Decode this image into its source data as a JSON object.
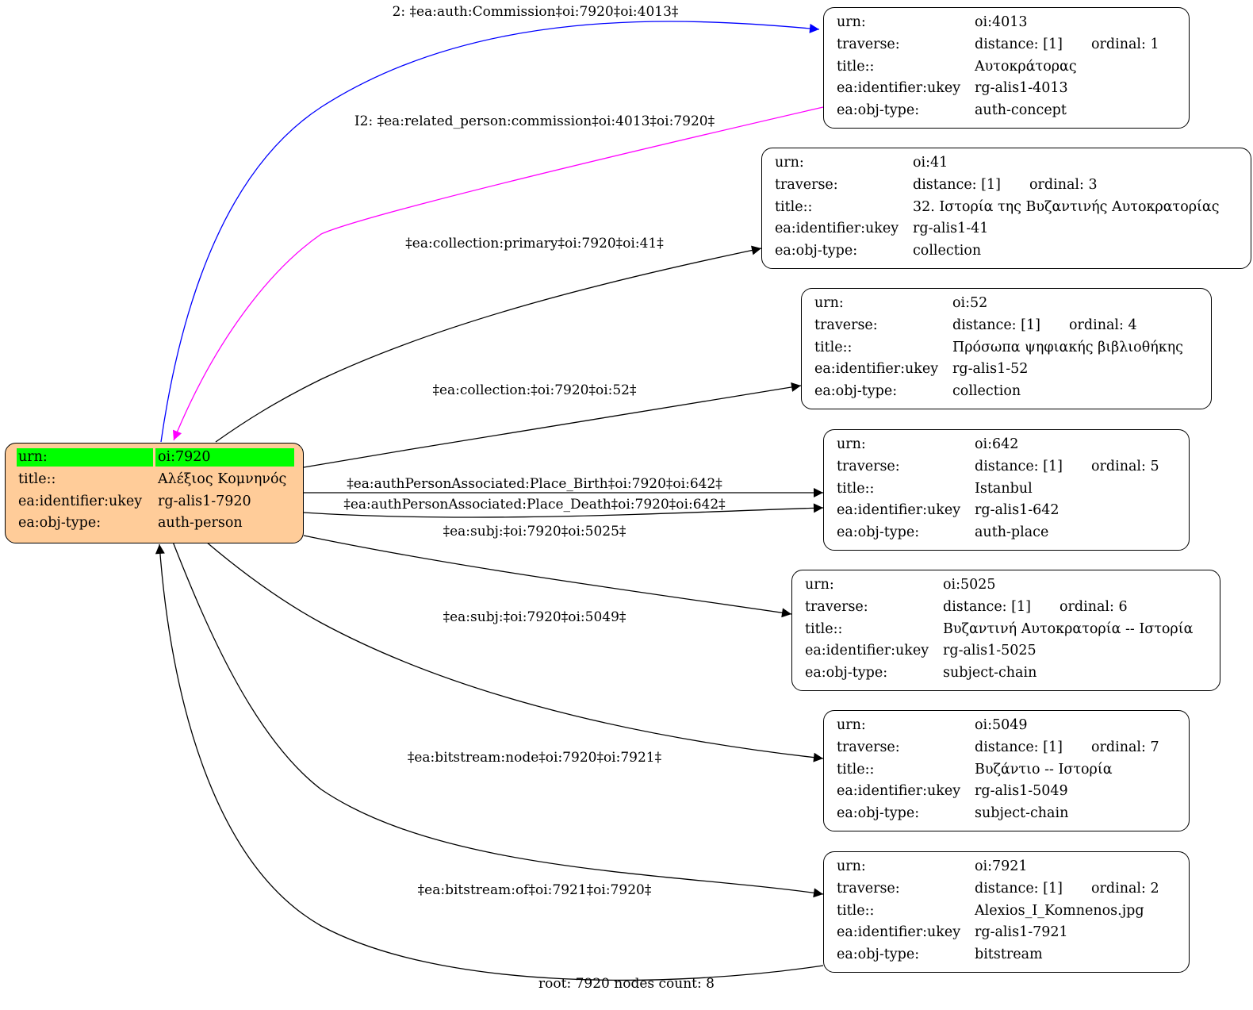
{
  "root_node": {
    "urn_key": "urn:",
    "urn_val": "oi:7920",
    "title_key": "title::",
    "title_val": "Αλέξιος Κομνηνός",
    "ukey_key": "ea:identifier:ukey",
    "ukey_val": "rg-alis1-7920",
    "type_key": "ea:obj-type:",
    "type_val": "auth-person",
    "fill_color": "#ffcc99",
    "highlight_color": "#00ff00"
  },
  "nodes": [
    {
      "urn_key": "urn:",
      "urn": "oi:4013",
      "traverse_key": "traverse:",
      "distance": "distance: [1]",
      "ordinal": "ordinal: 1",
      "title_key": "title::",
      "title": "Αυτοκράτορας",
      "ukey_key": "ea:identifier:ukey",
      "ukey": "rg-alis1-4013",
      "type_key": "ea:obj-type:",
      "type": "auth-concept"
    },
    {
      "urn_key": "urn:",
      "urn": "oi:41",
      "traverse_key": "traverse:",
      "distance": "distance: [1]",
      "ordinal": "ordinal: 3",
      "title_key": "title::",
      "title": "32. Ιστορία της Βυζαντινής Αυτοκρατορίας",
      "ukey_key": "ea:identifier:ukey",
      "ukey": "rg-alis1-41",
      "type_key": "ea:obj-type:",
      "type": "collection"
    },
    {
      "urn_key": "urn:",
      "urn": "oi:52",
      "traverse_key": "traverse:",
      "distance": "distance: [1]",
      "ordinal": "ordinal: 4",
      "title_key": "title::",
      "title": "Πρόσωπα ψηφιακής βιβλιοθήκης",
      "ukey_key": "ea:identifier:ukey",
      "ukey": "rg-alis1-52",
      "type_key": "ea:obj-type:",
      "type": "collection"
    },
    {
      "urn_key": "urn:",
      "urn": "oi:642",
      "traverse_key": "traverse:",
      "distance": "distance: [1]",
      "ordinal": "ordinal: 5",
      "title_key": "title::",
      "title": "Istanbul",
      "ukey_key": "ea:identifier:ukey",
      "ukey": "rg-alis1-642",
      "type_key": "ea:obj-type:",
      "type": "auth-place"
    },
    {
      "urn_key": "urn:",
      "urn": "oi:5025",
      "traverse_key": "traverse:",
      "distance": "distance: [1]",
      "ordinal": "ordinal: 6",
      "title_key": "title::",
      "title": "Βυζαντινή Αυτοκρατορία -- Ιστορία",
      "ukey_key": "ea:identifier:ukey",
      "ukey": "rg-alis1-5025",
      "type_key": "ea:obj-type:",
      "type": "subject-chain"
    },
    {
      "urn_key": "urn:",
      "urn": "oi:5049",
      "traverse_key": "traverse:",
      "distance": "distance: [1]",
      "ordinal": "ordinal: 7",
      "title_key": "title::",
      "title": "Βυζάντιο -- Ιστορία",
      "ukey_key": "ea:identifier:ukey",
      "ukey": "rg-alis1-5049",
      "type_key": "ea:obj-type:",
      "type": "subject-chain"
    },
    {
      "urn_key": "urn:",
      "urn": "oi:7921",
      "traverse_key": "traverse:",
      "distance": "distance: [1]",
      "ordinal": "ordinal: 2",
      "title_key": "title::",
      "title": "Alexios_I_Komnenos.jpg",
      "ukey_key": "ea:identifier:ukey",
      "ukey": "rg-alis1-7921",
      "type_key": "ea:obj-type:",
      "type": "bitstream"
    }
  ],
  "edges": [
    {
      "label": "2: ‡ea:auth:Commission‡oi:7920‡oi:4013‡",
      "color": "#0000ff"
    },
    {
      "label": "I2: ‡ea:related_person:commission‡oi:4013‡oi:7920‡",
      "color": "#ff00ff"
    },
    {
      "label": "‡ea:collection:primary‡oi:7920‡oi:41‡",
      "color": "#000000"
    },
    {
      "label": "‡ea:collection:‡oi:7920‡oi:52‡",
      "color": "#000000"
    },
    {
      "label": "‡ea:authPersonAssociated:Place_Birth‡oi:7920‡oi:642‡",
      "color": "#000000"
    },
    {
      "label": "‡ea:authPersonAssociated:Place_Death‡oi:7920‡oi:642‡",
      "color": "#000000"
    },
    {
      "label": "‡ea:subj:‡oi:7920‡oi:5025‡",
      "color": "#000000"
    },
    {
      "label": "‡ea:subj:‡oi:7920‡oi:5049‡",
      "color": "#000000"
    },
    {
      "label": "‡ea:bitstream:node‡oi:7920‡oi:7921‡",
      "color": "#000000"
    },
    {
      "label": "‡ea:bitstream:of‡oi:7921‡oi:7920‡",
      "color": "#000000"
    }
  ],
  "footer": "root: 7920 nodes count: 8"
}
